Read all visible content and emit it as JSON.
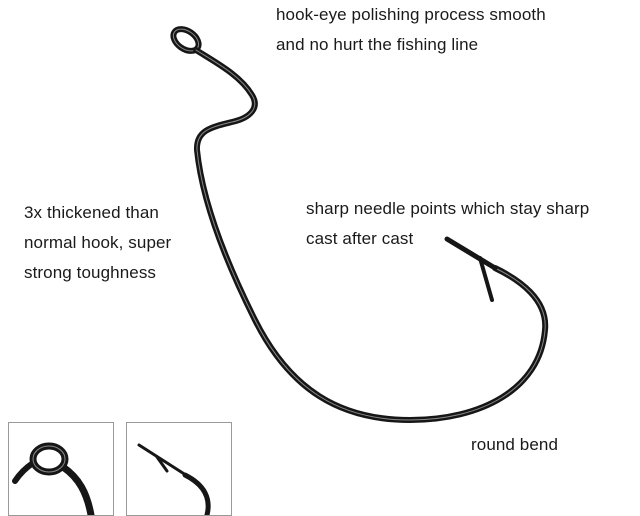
{
  "captions": {
    "eye": {
      "line1": "hook-eye polishing process smooth",
      "line2": "and no hurt the fishing line"
    },
    "thickness": {
      "line1": "3x thickened than",
      "line2": "normal hook, super",
      "line3": "strong toughness"
    },
    "point": {
      "line1": "sharp needle points which stay sharp",
      "line2": "cast after cast"
    },
    "bend": {
      "line1": "round bend"
    }
  },
  "colors": {
    "hook_metal": "#161616",
    "hook_highlight": "#8a8a8a",
    "background": "#ffffff",
    "inset_border": "#9a9a9a"
  },
  "icons": {
    "main": "fishing-hook-image",
    "inset_left": "hook-eye-closeup-image",
    "inset_right": "hook-point-closeup-image"
  }
}
